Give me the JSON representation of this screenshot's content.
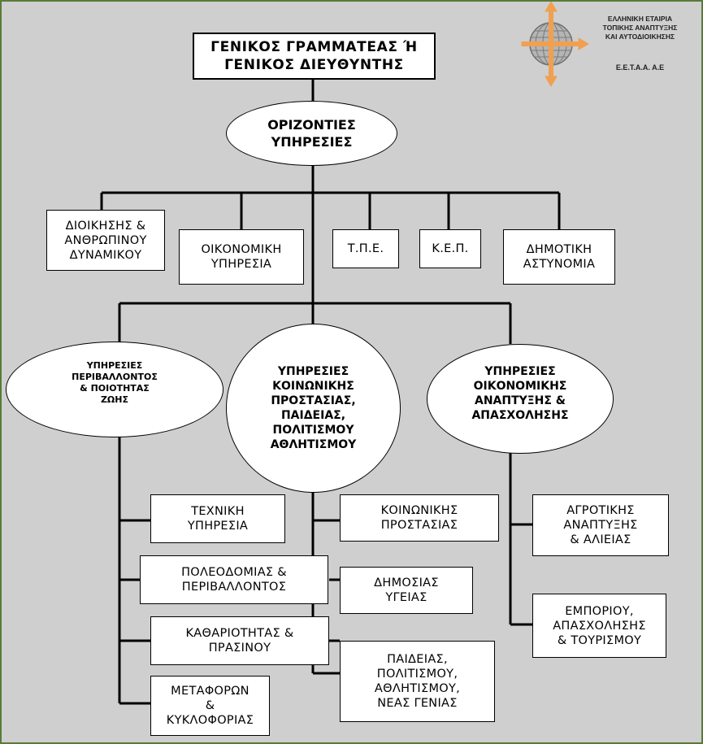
{
  "top": {
    "title": "ΓΕΝΙΚΟΣ ΓΡΑΜΜΑΤΕΑΣ Ή\nΓΕΝΙΚΟΣ ΔΙΕΥΘΥΝΤΗΣ"
  },
  "horizontal": {
    "title": "ΟΡΙΖΟΝΤΙΕΣ\nΥΠΗΡΕΣΙΕΣ",
    "units": [
      "ΔΙΟΙΚΗΣΗΣ &\nΑΝΘΡΩΠΙΝΟΥ\nΔΥΝΑΜΙΚΟΥ",
      "ΟΙΚΟΝΟΜΙΚΗ\nΥΠΗΡΕΣΙΑ",
      "Τ.Π.Ε.",
      "Κ.Ε.Π.",
      "ΔΗΜΟΤΙΚΗ\nΑΣΤΥΝΟΜΙΑ"
    ]
  },
  "sectors": [
    {
      "title": "ΥΠΗΡΕΣΙΕΣ\nΠΕΡΙΒΑΛΛΟΝΤΟΣ\n& ΠΟΙΟΤΗΤΑΣ\nΖΩΗΣ",
      "units": [
        "ΤΕΧΝΙΚΗ\nΥΠΗΡΕΣΙΑ",
        "ΠΟΛΕΟΔΟΜΙΑΣ &\nΠΕΡΙΒΑΛΛΟΝΤΟΣ",
        "ΚΑΘΑΡΙΟΤΗΤΑΣ &\nΠΡΑΣΙΝΟΥ",
        "ΜΕΤΑΦΟΡΩΝ\n&\nΚΥΚΛΟΦΟΡΙΑΣ"
      ]
    },
    {
      "title": "ΥΠΗΡΕΣΙΕΣ\nΚΟΙΝΩΝΙΚΗΣ\nΠΡΟΣΤΑΣΙΑΣ,\nΠΑΙΔΕΙΑΣ,\nΠΟΛΙΤΙΣΜΟΥ\nΑΘΛΗΤΙΣΜΟΥ",
      "units": [
        "ΚΟΙΝΩΝΙΚΗΣ\nΠΡΟΣΤΑΣΙΑΣ",
        "ΔΗΜΟΣΙΑΣ\nΥΓΕΙΑΣ",
        "ΠΑΙΔΕΙΑΣ,\nΠΟΛΙΤΙΣΜΟΥ,\nΑΘΛΗΤΙΣΜΟΥ,\nΝΕΑΣ ΓΕΝΙΑΣ"
      ]
    },
    {
      "title": "ΥΠΗΡΕΣΙΕΣ\nΟΙΚΟΝΟΜΙΚΗΣ\nΑΝΑΠΤΥΞΗΣ &\nΑΠΑΣΧΟΛΗΣΗΣ",
      "units": [
        "ΑΓΡΟΤΙΚΗΣ\nΑΝΑΠΤΥΞΗΣ\n& ΑΛΙΕΙΑΣ",
        "ΕΜΠΟΡΙΟΥ,\nΑΠΑΣΧΟΛΗΣΗΣ\n& ΤΟΥΡΙΣΜΟΥ"
      ]
    }
  ],
  "logo": {
    "line1": "ΕΛΛΗΝΙΚΗ ΕΤΑΙΡΙΑ\nΤΟΠΙΚΗΣ ΑΝΑΠΤΥΞΗΣ\nΚΑΙ ΑΥΤΟΔΙΟΙΚΗΣΗΣ",
    "line2": "Ε.Ε.Τ.Α.Α. Α.Ε",
    "icon": "globe-with-arrows-icon",
    "arrow_color": "#f0a050",
    "globe_color": "#8a8a8a"
  },
  "colors": {
    "background": "#cfcfcf",
    "frame": "#5a7a3a",
    "box": "#ffffff",
    "line": "#000000"
  }
}
